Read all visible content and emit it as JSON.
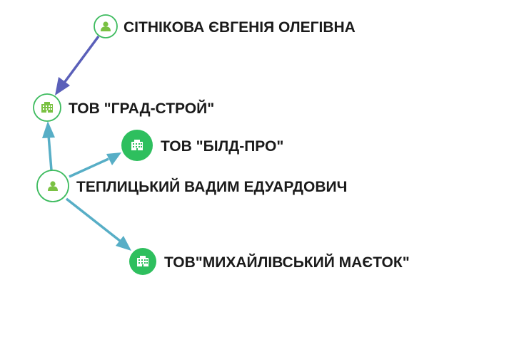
{
  "colors": {
    "ring": "#3dbb5e",
    "filled_node": "#2ebf5e",
    "icon_green": "#7ac143",
    "edge_ownership": "#5a5fb9",
    "edge_founder": "#57aec6"
  },
  "nodes": [
    {
      "id": "sitnikova",
      "label": "СІТНІКОВА ЄВГЕНІЯ ОЛЕГІВНА",
      "icon": "person-icon",
      "style": "outline"
    },
    {
      "id": "grad",
      "label": "ТОВ \"ГРАД-СТРОЙ\"",
      "icon": "building-icon",
      "style": "outline"
    },
    {
      "id": "bild",
      "label": "ТОВ \"БІЛД-ПРО\"",
      "icon": "building-icon",
      "style": "filled"
    },
    {
      "id": "teplytskyi",
      "label": "ТЕПЛИЦЬКИЙ ВАДИМ ЕДУАРДОВИЧ",
      "icon": "person-icon",
      "style": "outline"
    },
    {
      "id": "mykhailivskyi",
      "label": "ТОВ\"МИХАЙЛІВСЬКИЙ МАЄТОК\"",
      "icon": "building-icon",
      "style": "filled"
    }
  ],
  "edges": [
    {
      "from": "sitnikova",
      "to": "grad"
    },
    {
      "from": "teplytskyi",
      "to": "grad"
    },
    {
      "from": "teplytskyi",
      "to": "bild"
    },
    {
      "from": "teplytskyi",
      "to": "mykhailivskyi"
    }
  ]
}
